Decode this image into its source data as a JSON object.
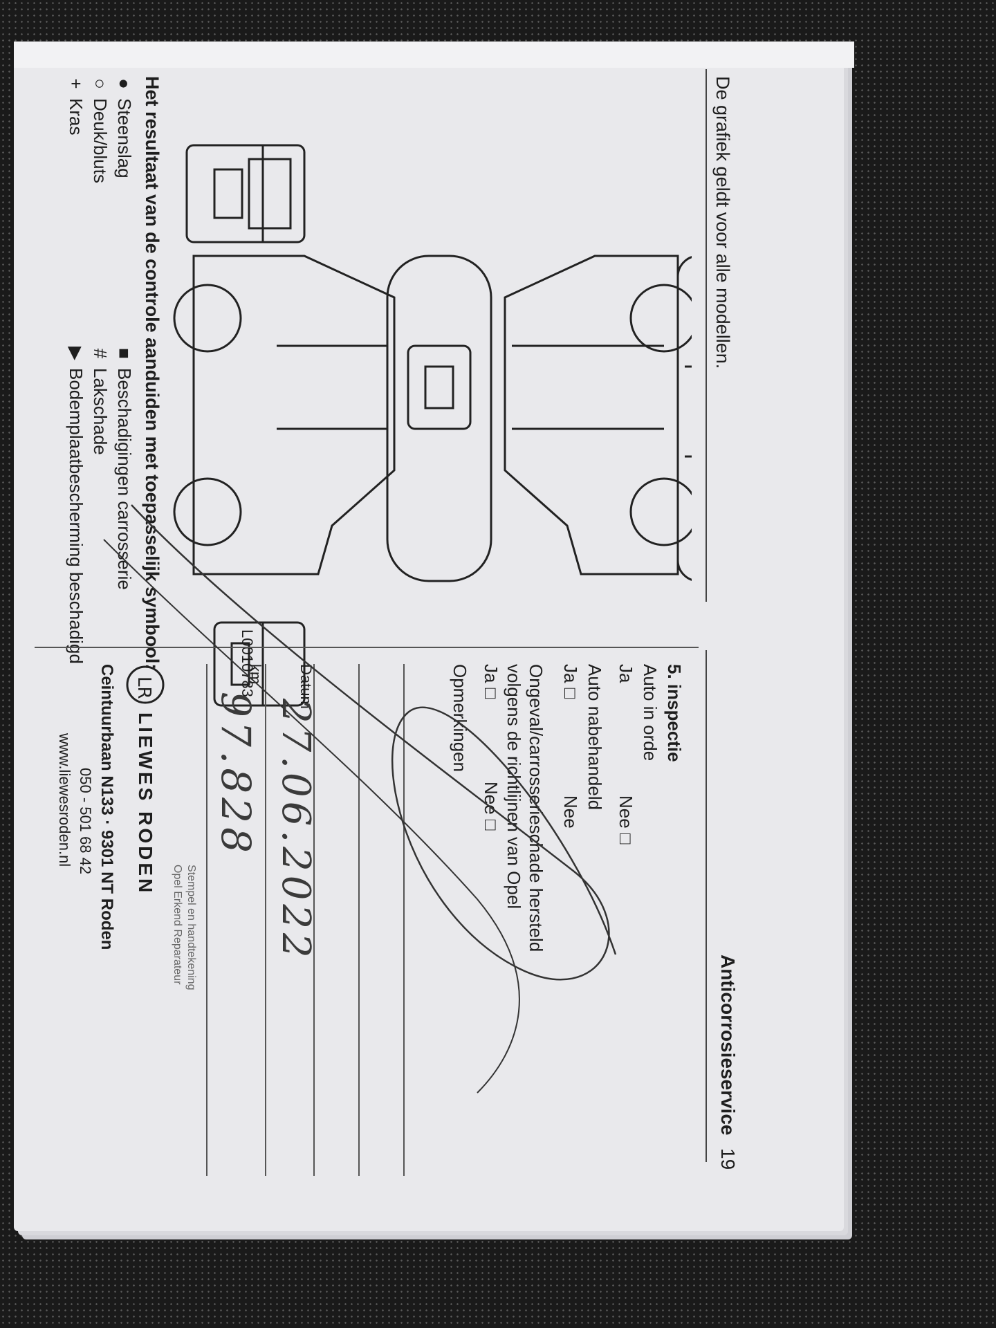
{
  "left_page": {
    "intro": "De grafiek geldt voor alle modellen.",
    "diagram_code": "L0010783",
    "legend_title": "Het resultaat van de controle aanduiden met toepasselijk symbool:",
    "legend": [
      {
        "symbol": "●",
        "label": "Steenslag"
      },
      {
        "symbol": "○",
        "label": "Deuk/bluts"
      },
      {
        "symbol": "+",
        "label": "Kras"
      },
      {
        "symbol": "■",
        "label": "Beschadigingen carrosserie"
      },
      {
        "symbol": "#",
        "label": "Lakschade"
      },
      {
        "symbol": "▶",
        "label": "Bodemplaatbescherming beschadigd"
      }
    ]
  },
  "right_page": {
    "header": "Anticorrosieservice",
    "page_number": "19",
    "section": "5. inspectie",
    "q1": "Auto in orde",
    "q1_ja": "Ja",
    "q1_nee": "Nee □",
    "q2": "Auto nabehandeld",
    "q2_ja": "Ja □",
    "q2_nee": "Nee",
    "q3_line1": "Ongeval/carrosserieschade hersteld",
    "q3_line2": "volgens de richtlijnen van Opel",
    "q3_ja": "Ja □",
    "q3_nee": "Nee □",
    "remarks_label": "Opmerkingen",
    "date_label": "Datum",
    "date_value": "27.06.2022",
    "km_label": "km",
    "km_value": "97.828",
    "stamp_label_1": "Stempel en handtekening",
    "stamp_label_2": "Opel Erkend Reparateur",
    "dealer_name": "LIEWES RODEN",
    "dealer_address": "Ceintuurbaan N133 · 9301 NT Roden",
    "dealer_phone": "050 - 501 68 42",
    "dealer_web": "www.liewesroden.nl"
  }
}
